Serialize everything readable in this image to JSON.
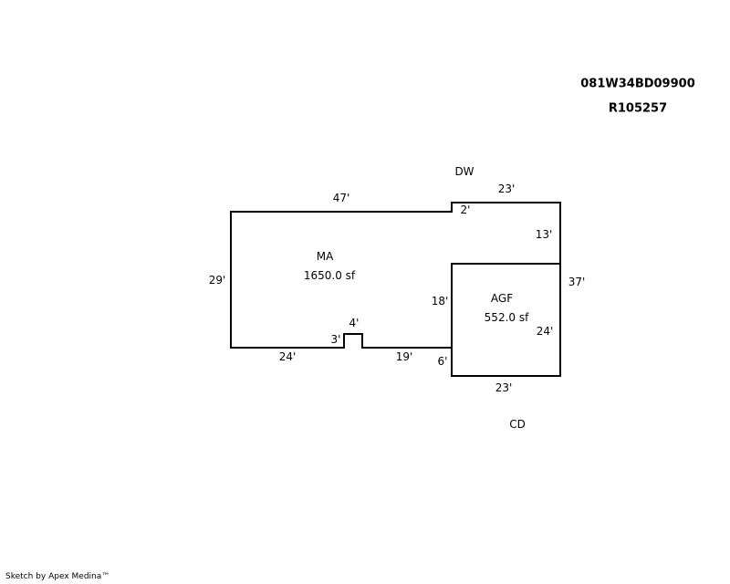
{
  "header": {
    "map_number": "081W34BD09900",
    "account": "R105257"
  },
  "areas": {
    "main": {
      "code": "MA",
      "area": "1650.0 sf"
    },
    "garage": {
      "code": "AGF",
      "area": "552.0 sf"
    }
  },
  "features": {
    "top": "DW",
    "bottom": "CD"
  },
  "dimensions": {
    "main_top": "47'",
    "main_left": "29'",
    "main_bottom_left": "24'",
    "bump_left": "3'",
    "bump_top": "4'",
    "main_bottom_right": "19'",
    "step_small": "2'",
    "upper_top": "23'",
    "upper_right": "13'",
    "overall_right": "37'",
    "garage_left": "18'",
    "garage_right": "24'",
    "garage_bottom": "23'",
    "garage_lower_left": "6'"
  },
  "footer": {
    "credit": "Sketch by Apex Medina™"
  }
}
